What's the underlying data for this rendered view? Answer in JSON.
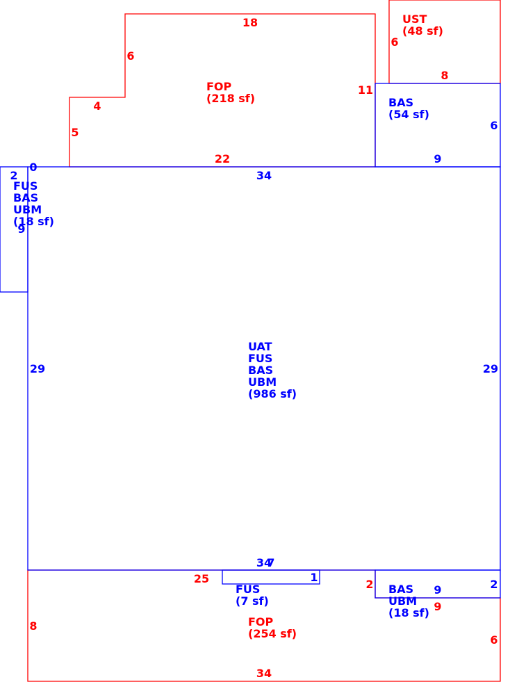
{
  "colors": {
    "blue": "#0000ff",
    "red": "#ff0000",
    "background": "#ffffff"
  },
  "areas": [
    {
      "id": "main",
      "color": "blue",
      "lines": [
        "UAT",
        "FUS",
        "BAS",
        "UBM",
        "(986 sf)"
      ]
    },
    {
      "id": "fop_top",
      "color": "red",
      "lines": [
        "FOP",
        "(218 sf)"
      ]
    },
    {
      "id": "ust",
      "color": "red",
      "lines": [
        "UST",
        "(48 sf)"
      ]
    },
    {
      "id": "bas_top_right",
      "color": "blue",
      "lines": [
        "BAS",
        "(54 sf)"
      ]
    },
    {
      "id": "fus_left",
      "color": "blue",
      "lines": [
        "FUS",
        "BAS",
        "UBM",
        "(18 sf)"
      ]
    },
    {
      "id": "fus_bottom",
      "color": "blue",
      "lines": [
        "FUS",
        "(7 sf)"
      ]
    },
    {
      "id": "bas_bottom_right",
      "color": "blue",
      "lines": [
        "BAS",
        "UBM",
        "(18 sf)"
      ]
    },
    {
      "id": "fop_bottom",
      "color": "red",
      "lines": [
        "FOP",
        "(254 sf)"
      ]
    }
  ],
  "dimensions": [
    {
      "id": "fop-top-18",
      "text": "18",
      "color": "red"
    },
    {
      "id": "fop-top-6",
      "text": "6",
      "color": "red"
    },
    {
      "id": "fop-top-4",
      "text": "4",
      "color": "red"
    },
    {
      "id": "fop-top-5",
      "text": "5",
      "color": "red"
    },
    {
      "id": "fop-top-22",
      "text": "22",
      "color": "red"
    },
    {
      "id": "fop-top-11",
      "text": "11",
      "color": "red"
    },
    {
      "id": "ust-6",
      "text": "6",
      "color": "red"
    },
    {
      "id": "ust-8",
      "text": "8",
      "color": "red"
    },
    {
      "id": "bas-tr-6",
      "text": "6",
      "color": "blue"
    },
    {
      "id": "bas-tr-9",
      "text": "9",
      "color": "blue"
    },
    {
      "id": "left-0",
      "text": "0",
      "color": "blue"
    },
    {
      "id": "main-34-top",
      "text": "34",
      "color": "blue"
    },
    {
      "id": "left-2",
      "text": "2",
      "color": "blue"
    },
    {
      "id": "left-9",
      "text": "9",
      "color": "blue"
    },
    {
      "id": "main-29-left",
      "text": "29",
      "color": "blue"
    },
    {
      "id": "main-29-right",
      "text": "29",
      "color": "blue"
    },
    {
      "id": "main-34-bottom",
      "text": "34",
      "color": "blue"
    },
    {
      "id": "fus-bottom-7",
      "text": "7",
      "color": "blue"
    },
    {
      "id": "fus-bottom-1",
      "text": "1",
      "color": "blue"
    },
    {
      "id": "fop-bottom-25",
      "text": "25",
      "color": "red"
    },
    {
      "id": "fop-bottom-2",
      "text": "2",
      "color": "red"
    },
    {
      "id": "bas-br-9",
      "text": "9",
      "color": "blue"
    },
    {
      "id": "bas-br-2",
      "text": "2",
      "color": "blue"
    },
    {
      "id": "fop-bottom-9",
      "text": "9",
      "color": "red"
    },
    {
      "id": "fop-bottom-8",
      "text": "8",
      "color": "red"
    },
    {
      "id": "fop-bottom-6",
      "text": "6",
      "color": "red"
    },
    {
      "id": "fop-bottom-34",
      "text": "34",
      "color": "red"
    }
  ]
}
